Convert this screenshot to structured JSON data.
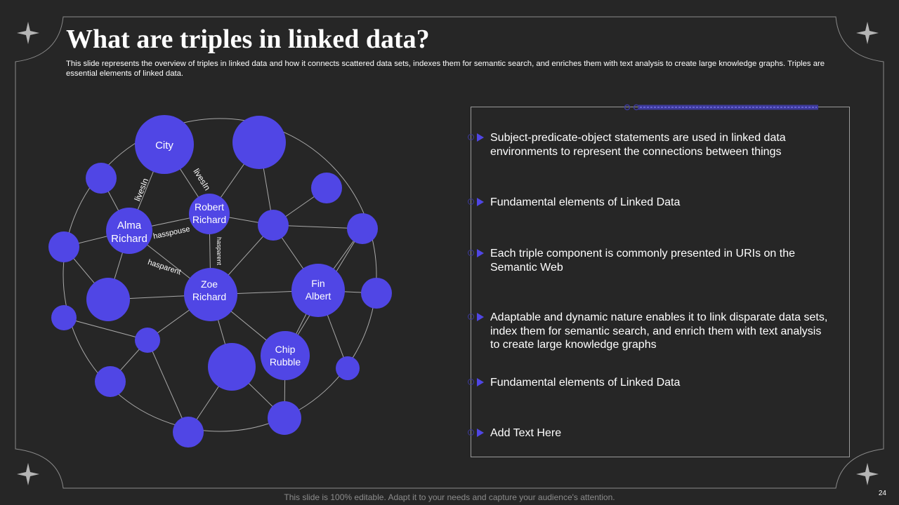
{
  "slide": {
    "title": "What are triples in linked data?",
    "subtitle": "This slide represents the overview of triples in linked data and how it connects scattered data sets, indexes them for semantic search, and enriches them with text analysis to create large knowledge graphs. Triples are essential elements of linked data.",
    "footer": "This slide is 100% editable. Adapt it to your needs and capture your audience's attention.",
    "page_number": "24"
  },
  "colors": {
    "background": "#262626",
    "accent": "#5046e5",
    "frame_line": "#8a8a8a"
  },
  "graph": {
    "nodes": {
      "city": "City",
      "robert": [
        "Robert",
        "Richard"
      ],
      "alma": [
        "Alma",
        "Richard"
      ],
      "zoe": [
        "Zoe",
        "Richard"
      ],
      "fin": [
        "Fin",
        "Albert"
      ],
      "chip": [
        "Chip",
        "Rubble"
      ]
    },
    "edges": {
      "alma_city": "livesIn",
      "robert_city": "livesIn",
      "alma_robert": "hasspouse",
      "robert_zoe": "hasparent",
      "alma_zoe": "hasparent"
    }
  },
  "bullets": [
    {
      "text": "Subject-predicate-object statements are used in linked data environments to represent the connections between things"
    },
    {
      "text": "Fundamental elements of Linked Data"
    },
    {
      "text": "Each triple component is commonly presented in URIs on the Semantic Web"
    },
    {
      "text": "Adaptable and dynamic nature enables it to link disparate data sets, index them for semantic search, and enrich them with text analysis to create large knowledge graphs"
    },
    {
      "text": "Fundamental elements of Linked Data"
    },
    {
      "text": "Add Text Here"
    }
  ]
}
